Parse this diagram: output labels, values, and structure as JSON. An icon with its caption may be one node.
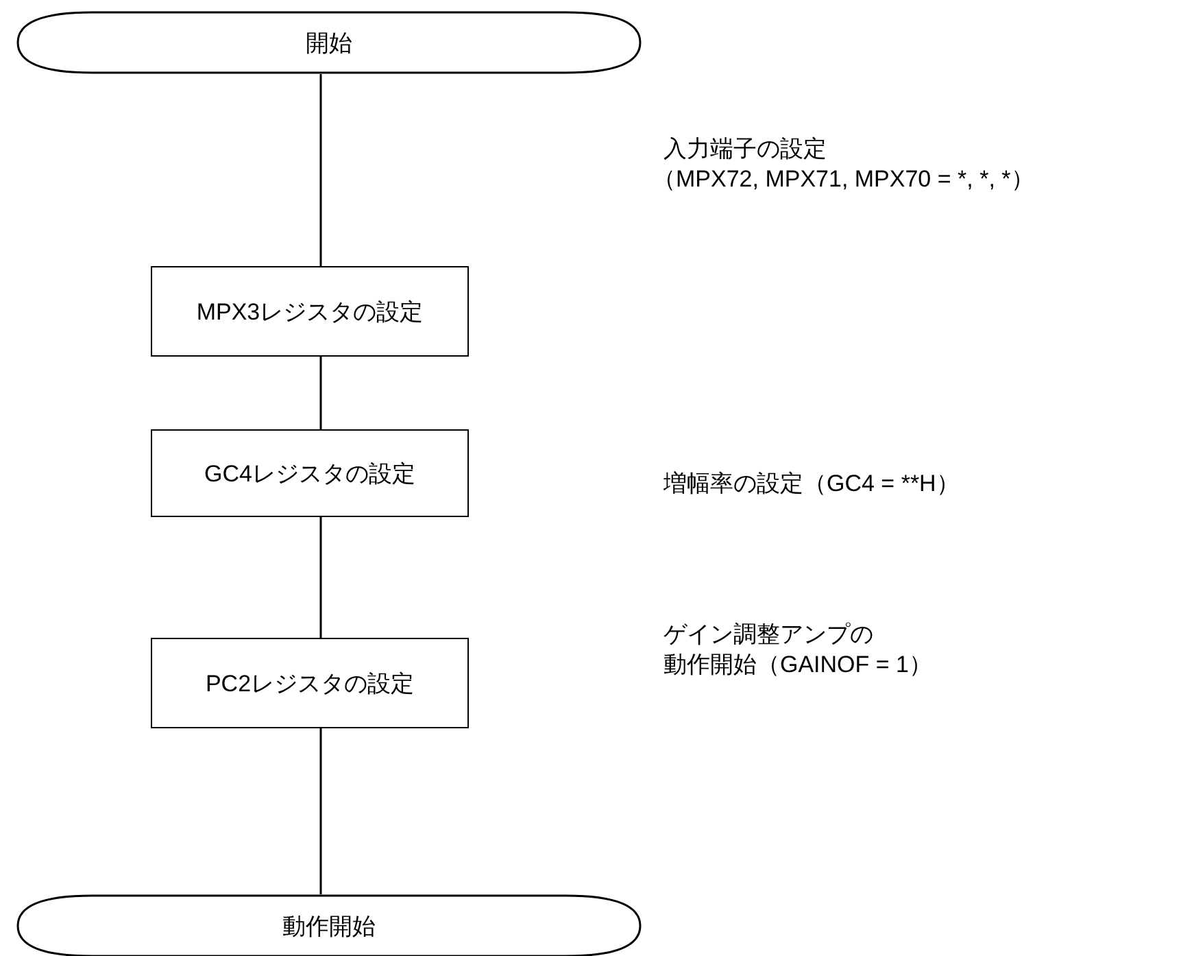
{
  "diagram": {
    "nodes": [
      {
        "text": [
          "開始"
        ]
      },
      {
        "text": [
          "MPX3レジスタの設定"
        ]
      },
      {
        "text": [
          "GC4レジスタの設定"
        ]
      },
      {
        "text": [
          "PC2レジスタの設定"
        ]
      },
      {
        "text": [
          "動作開始"
        ]
      }
    ],
    "edges": [
      {
        "from": 0,
        "to": 1,
        "arrow": "none"
      },
      {
        "from": 1,
        "to": 2,
        "arrow": "none"
      },
      {
        "from": 2,
        "to": 3,
        "arrow": "none"
      },
      {
        "from": 3,
        "to": 4,
        "arrow": "none"
      }
    ],
    "labels": [
      "入力端子の設定",
      "（MPX72, MPX71, MPX70 = *, *, *）",
      "増幅率の設定（GC4 = **H）",
      "ゲイン調整アンプの",
      "動作開始（GAINOF = 1）"
    ]
  }
}
